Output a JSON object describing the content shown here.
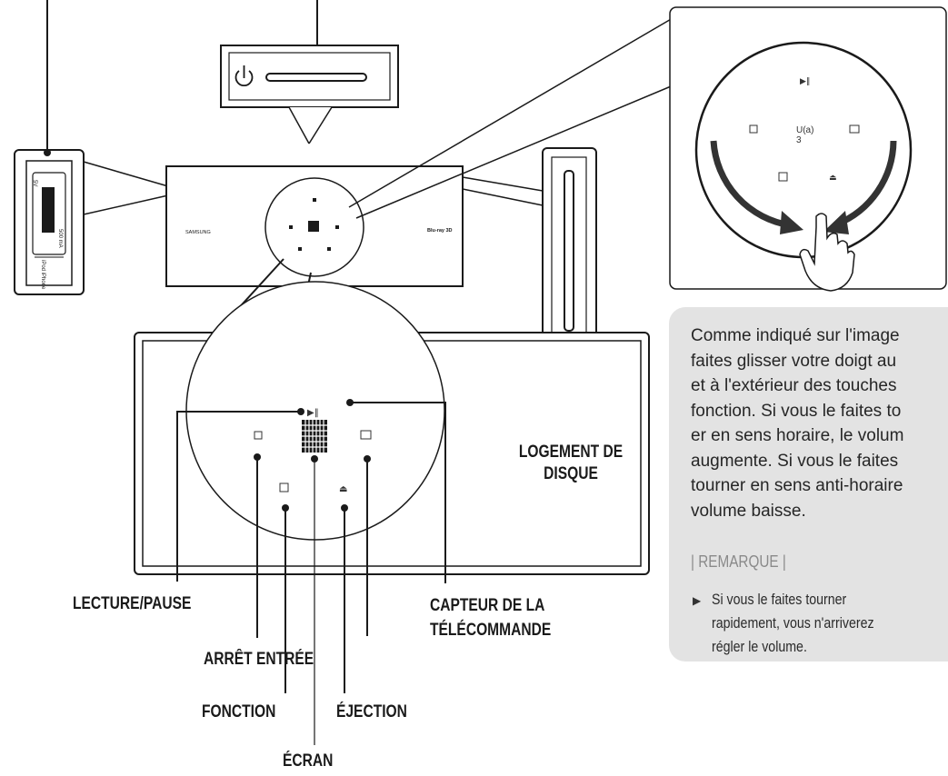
{
  "brand_text": "SAMSUNG",
  "bluray_logo": "Blu-ray 3D",
  "usb_port": {
    "usb_label": "5V",
    "current_label": "500 mA",
    "ipod_label": "iPod iPhone"
  },
  "labels": {
    "disc_slot": "LOGEMENT DE\nDISQUE",
    "play_pause": "LECTURE/PAUSE",
    "remote_sensor": "CAPTEUR DE LA\nTÉLÉCOMMANDE",
    "stop_input": "ARRÊT ENTRÉE",
    "function": "FONCTION",
    "eject": "ÉJECTION",
    "display": "ÉCRAN"
  },
  "zoom_display": "U(a)\n3",
  "note": {
    "text": "Comme indiqué sur l'image\nfaites glisser votre doigt au\net à l'extérieur des touches\nfonction. Si vous le faites to\ner en sens horaire, le volum\naugmente. Si vous le faites\ntourner en sens anti-horaire\nvolume baisse.",
    "heading": "| REMARQUE |",
    "items": [
      "Si vous le faites tourner\nrapidement, vous n'arriverez\nrégler le volume."
    ]
  },
  "colors": {
    "line": "#1a1a1a",
    "panel_fill": "#ffffff",
    "note_bg": "#e3e3e3",
    "heading_gray": "#8a8a8a"
  }
}
